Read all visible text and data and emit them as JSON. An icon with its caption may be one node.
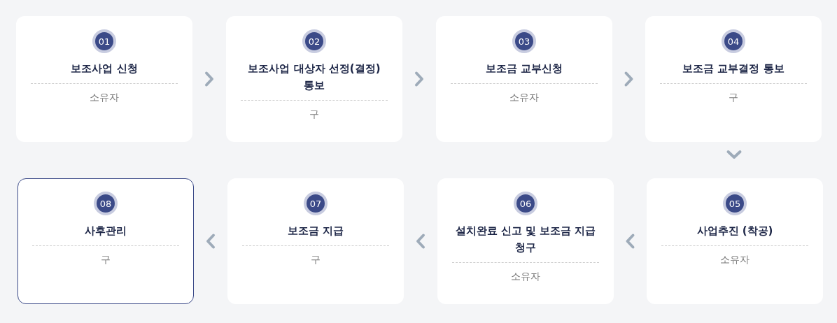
{
  "diagram": {
    "nodes": [
      {
        "text": [
          "01",
          "보조사업 신청",
          "소유자"
        ]
      },
      {
        "text": [
          "02",
          "보조사업 대상자 선정(결정) 통보",
          "구"
        ]
      },
      {
        "text": [
          "03",
          "보조금 교부신청",
          "소유자"
        ]
      },
      {
        "text": [
          "04",
          "보조금 교부결정 통보",
          "구"
        ]
      },
      {
        "text": [
          "05",
          "사업추진 (착공)",
          "소유자"
        ]
      },
      {
        "text": [
          "06",
          "설치완료 신고 및 보조금 지급 청구",
          "소유자"
        ]
      },
      {
        "text": [
          "07",
          "보조금 지급",
          "구"
        ]
      },
      {
        "text": [
          "08",
          "사후관리",
          "구"
        ]
      }
    ],
    "edges": [
      {
        "from": 0,
        "to": 1,
        "arrow": "to"
      },
      {
        "from": 1,
        "to": 2,
        "arrow": "to"
      },
      {
        "from": 2,
        "to": 3,
        "arrow": "to"
      },
      {
        "from": 3,
        "to": 4,
        "arrow": "to"
      },
      {
        "from": 4,
        "to": 5,
        "arrow": "to"
      },
      {
        "from": 5,
        "to": 6,
        "arrow": "to"
      },
      {
        "from": 6,
        "to": 7,
        "arrow": "to"
      }
    ]
  }
}
